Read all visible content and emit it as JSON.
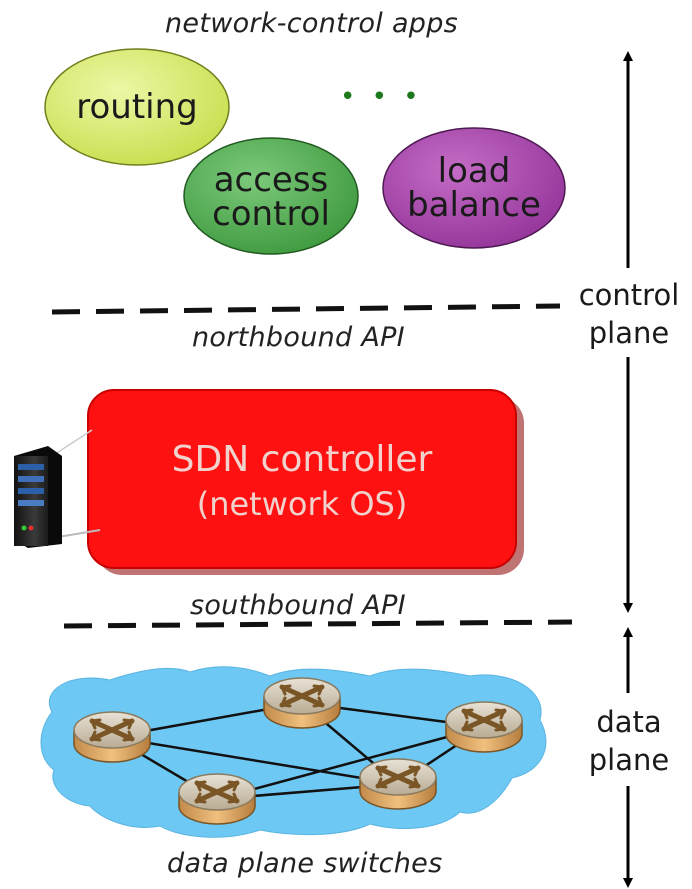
{
  "labels": {
    "apps": "network-control apps",
    "northbound": "northbound API",
    "southbound": "southbound API",
    "switches": "data plane switches"
  },
  "apps": {
    "routing": "routing",
    "access_line1": "access",
    "access_line2": "control",
    "load_line1": "load",
    "load_line2": "balance",
    "ellipsis": "• • •"
  },
  "controller": {
    "line1": "SDN controller",
    "line2": "(network OS)"
  },
  "side": {
    "control_line1": "control",
    "control_line2": "plane",
    "data_line1": "data",
    "data_line2": "plane"
  },
  "colors": {
    "routing": "#d7e96a",
    "access": "#4fae4f",
    "load": "#a64aa8",
    "controller": "#ff1111",
    "cloud": "#6ec8f4",
    "router": "#d9b07a"
  }
}
